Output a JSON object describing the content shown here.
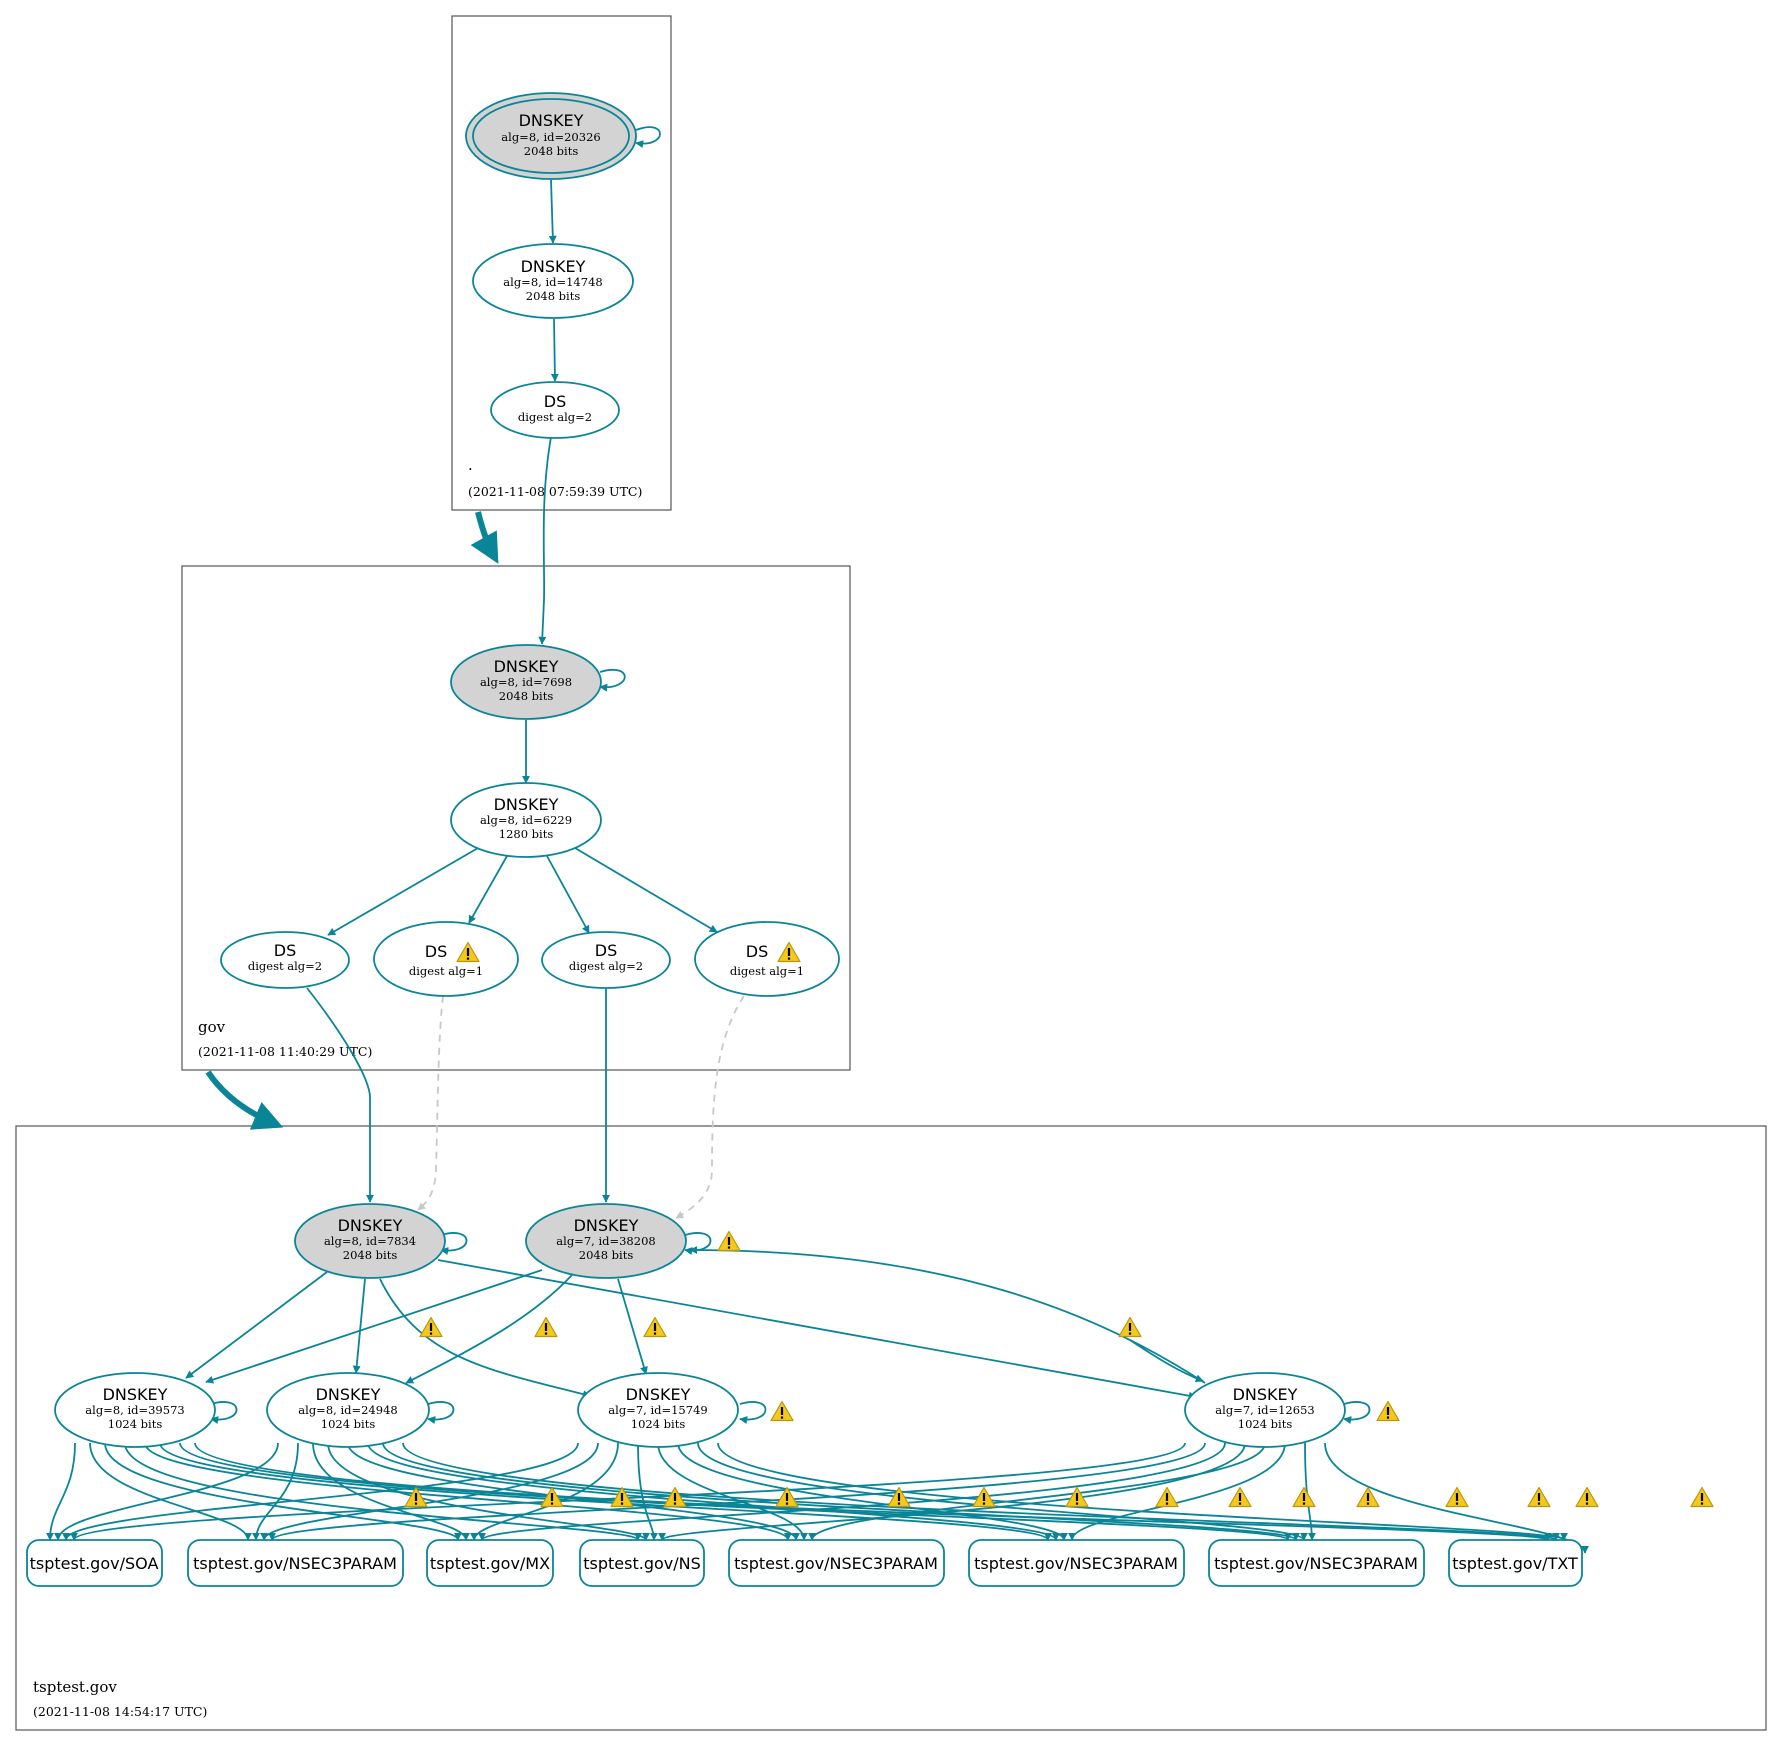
{
  "colors": {
    "edge": "#0a8597",
    "sep_fill": "#d3d3d3",
    "warn_fill": "#f4c91c",
    "insecure_edge": "#c8c8c8"
  },
  "icons": {
    "warning": "warning-icon"
  },
  "zones": {
    "root": {
      "label": ".",
      "timestamp": "(2021-11-08 07:59:39 UTC)"
    },
    "gov": {
      "label": "gov",
      "timestamp": "(2021-11-08 11:40:29 UTC)"
    },
    "tsptest": {
      "label": "tsptest.gov",
      "timestamp": "(2021-11-08 14:54:17 UTC)"
    }
  },
  "nodes": {
    "root_ksk": {
      "title": "DNSKEY",
      "line1": "alg=8, id=20326",
      "line2": "2048 bits"
    },
    "root_zsk": {
      "title": "DNSKEY",
      "line1": "alg=8, id=14748",
      "line2": "2048 bits"
    },
    "root_ds": {
      "title": "DS",
      "line1": "digest alg=2"
    },
    "gov_ksk": {
      "title": "DNSKEY",
      "line1": "alg=8, id=7698",
      "line2": "2048 bits"
    },
    "gov_zsk": {
      "title": "DNSKEY",
      "line1": "alg=8, id=6229",
      "line2": "1280 bits"
    },
    "gov_ds1": {
      "title": "DS",
      "line1": "digest alg=2"
    },
    "gov_ds2": {
      "title": "DS",
      "line1": "digest alg=1"
    },
    "gov_ds3": {
      "title": "DS",
      "line1": "digest alg=2"
    },
    "gov_ds4": {
      "title": "DS",
      "line1": "digest alg=1"
    },
    "t_ksk1": {
      "title": "DNSKEY",
      "line1": "alg=8, id=7834",
      "line2": "2048 bits"
    },
    "t_ksk2": {
      "title": "DNSKEY",
      "line1": "alg=7, id=38208",
      "line2": "2048 bits"
    },
    "t_zsk1": {
      "title": "DNSKEY",
      "line1": "alg=8, id=39573",
      "line2": "1024 bits"
    },
    "t_zsk2": {
      "title": "DNSKEY",
      "line1": "alg=8, id=24948",
      "line2": "1024 bits"
    },
    "t_zsk3": {
      "title": "DNSKEY",
      "line1": "alg=7, id=15749",
      "line2": "1024 bits"
    },
    "t_zsk4": {
      "title": "DNSKEY",
      "line1": "alg=7, id=12653",
      "line2": "1024 bits"
    }
  },
  "rrsets": {
    "soa": "tsptest.gov/SOA",
    "nsec3param1": "tsptest.gov/NSEC3PARAM",
    "mx": "tsptest.gov/MX",
    "ns": "tsptest.gov/NS",
    "nsec3param2": "tsptest.gov/NSEC3PARAM",
    "nsec3param3": "tsptest.gov/NSEC3PARAM",
    "nsec3param4": "tsptest.gov/NSEC3PARAM",
    "txt": "tsptest.gov/TXT"
  }
}
